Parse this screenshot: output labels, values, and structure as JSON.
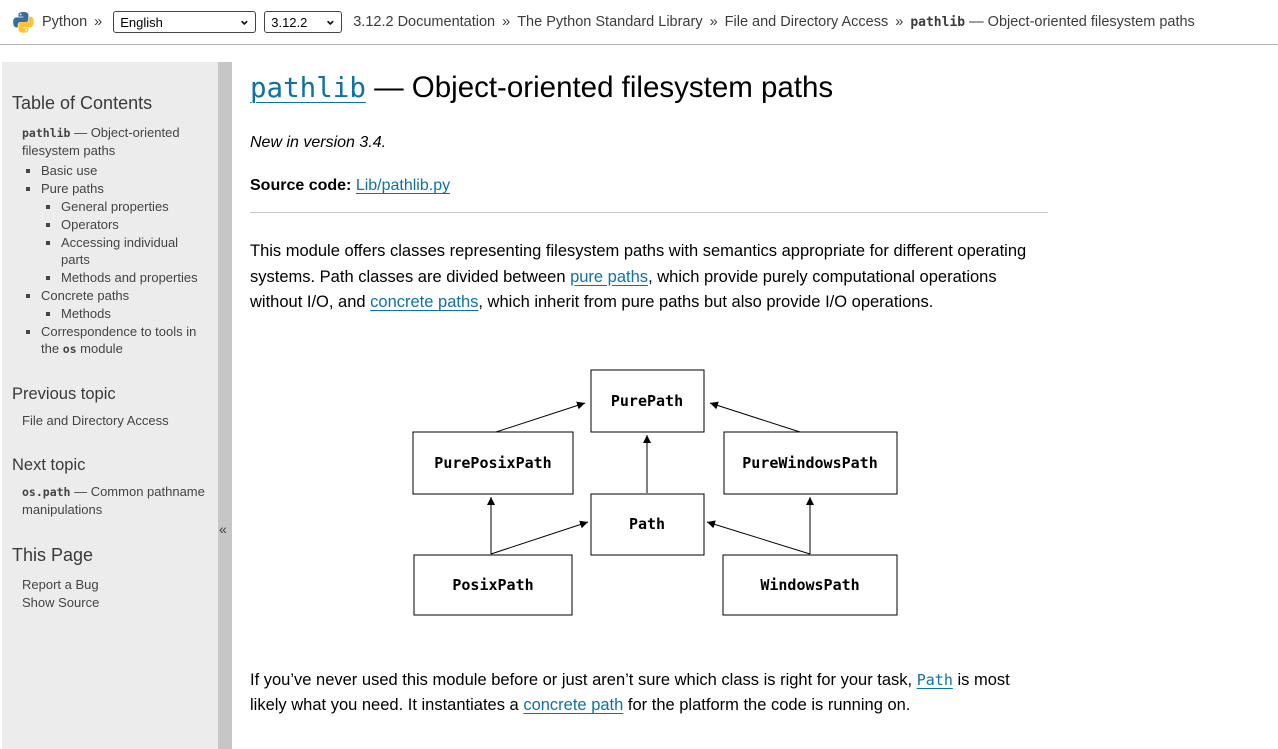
{
  "topbar": {
    "brand": "Python",
    "sep": "»",
    "language": "English",
    "version": "3.12.2",
    "crumbs": [
      "3.12.2 Documentation",
      "The Python Standard Library",
      "File and Directory Access"
    ],
    "current_code": "pathlib",
    "current_rest": " — Object-oriented filesystem paths"
  },
  "sidebar": {
    "toc_title": "Table of Contents",
    "toc_root_code": "pathlib",
    "toc_root_rest": " — Object-oriented filesystem paths",
    "toc": {
      "basic_use": "Basic use",
      "pure_paths": "Pure paths",
      "general_properties": "General properties",
      "operators": "Operators",
      "accessing_individual_parts": "Accessing individual parts",
      "methods_and_properties": "Methods and properties",
      "concrete_paths": "Concrete paths",
      "methods": "Methods",
      "correspondence_prefix": "Correspondence to tools in the ",
      "correspondence_code": "os",
      "correspondence_suffix": " module"
    },
    "previous_topic_title": "Previous topic",
    "previous_topic_link": "File and Directory Access",
    "next_topic_title": "Next topic",
    "next_topic_code": "os.path",
    "next_topic_rest": " — Common pathname manipulations",
    "this_page_title": "This Page",
    "report_bug": "Report a Bug",
    "show_source": "Show Source",
    "collapse_glyph": "«"
  },
  "main": {
    "h1_code": "pathlib",
    "h1_rest": " — Object-oriented filesystem paths",
    "version_note": "New in version 3.4.",
    "source_label": "Source code:",
    "source_link": "Lib/pathlib.py",
    "p1_t1": "This module offers classes representing filesystem paths with semantics appropriate for different operating systems. Path classes are divided between ",
    "p1_link1": "pure paths",
    "p1_t2": ", which provide purely computational operations without I/O, and ",
    "p1_link2": "concrete paths",
    "p1_t3": ", which inherit from pure paths but also provide I/O operations.",
    "p2_t1": "If you’ve never used this module before or just aren’t sure which class is right for your task, ",
    "p2_code_link": "Path",
    "p2_t2": " is most likely what you need. It instantiates a ",
    "p2_link": "concrete path",
    "p2_t3": " for the platform the code is running on."
  },
  "diagram": {
    "type": "class-inheritance",
    "nodes": [
      "PurePath",
      "PurePosixPath",
      "PureWindowsPath",
      "Path",
      "PosixPath",
      "WindowsPath"
    ],
    "edges": [
      "PurePosixPath → PurePath",
      "PureWindowsPath → PurePath",
      "Path → PurePath",
      "PosixPath → PurePosixPath",
      "PosixPath → Path",
      "WindowsPath → PureWindowsPath",
      "WindowsPath → Path"
    ]
  },
  "colors": {
    "link_blue": "#0e72a5",
    "sidebar_bg": "#ececec",
    "sidebar_divider": "#c6c6c6",
    "topbar_border": "#b4b4b4",
    "python_logo_blue": "#366f9c",
    "python_logo_yellow": "#ffc331"
  }
}
